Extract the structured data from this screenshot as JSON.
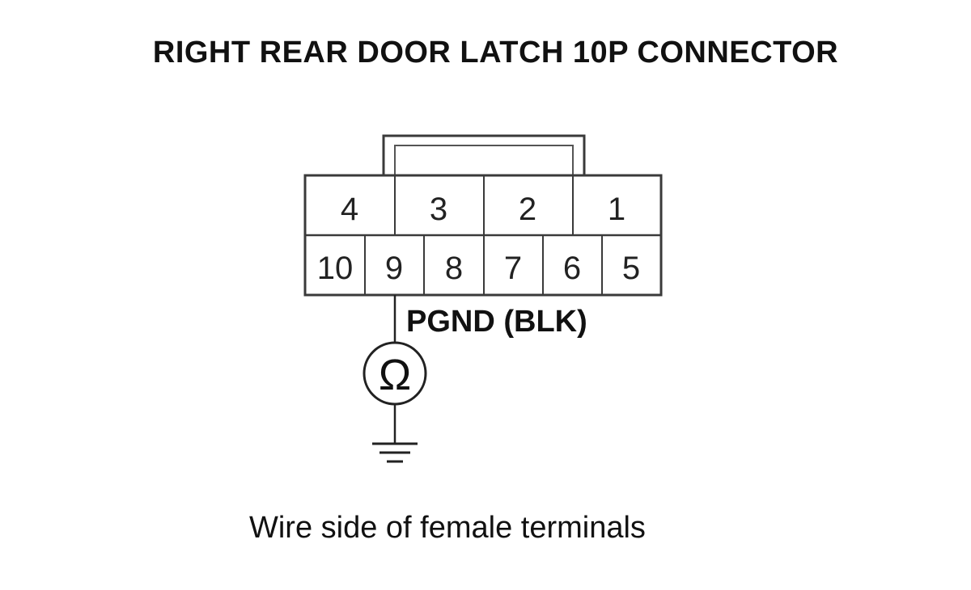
{
  "title": "RIGHT REAR DOOR LATCH 10P CONNECTOR",
  "connector": {
    "top_row": [
      "4",
      "3",
      "2",
      "1"
    ],
    "bottom_row": [
      "10",
      "9",
      "8",
      "7",
      "6",
      "5"
    ]
  },
  "probe": {
    "terminal": "9",
    "label": "PGND (BLK)",
    "meter_symbol": "Ω"
  },
  "caption": "Wire side of female terminals"
}
